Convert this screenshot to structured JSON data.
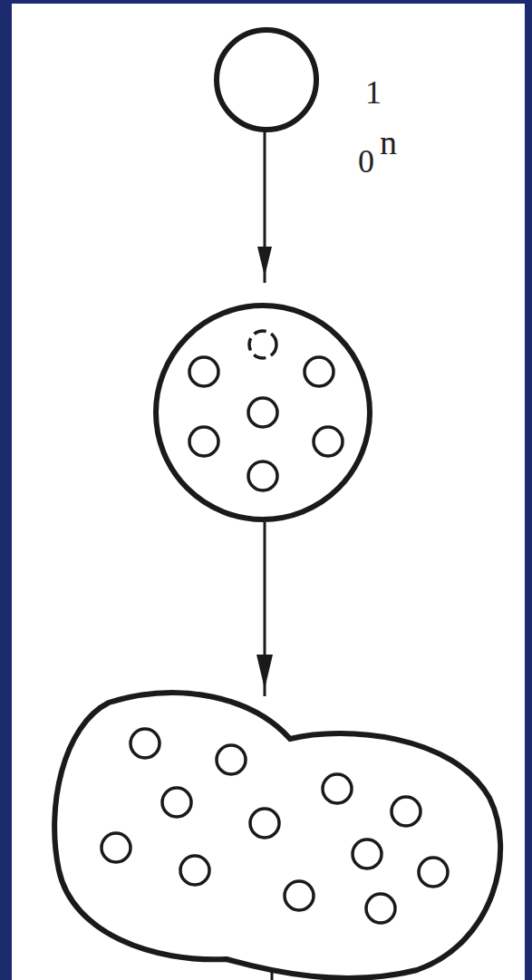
{
  "diagram": {
    "labels": [
      "1",
      "0",
      "n"
    ]
  }
}
